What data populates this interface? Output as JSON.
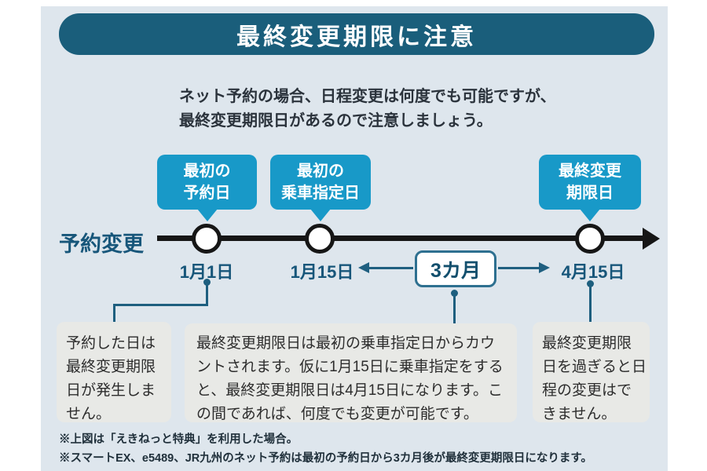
{
  "title": "最終変更期限に注意",
  "intro": {
    "line1": "ネット予約の場合、日程変更は何度でも可能ですが、",
    "line2": "最終変更期限日があるので注意しましょう。"
  },
  "timeline": {
    "axis_label": "予約変更",
    "bubbles": [
      {
        "line1": "最初の",
        "line2": "予約日"
      },
      {
        "line1": "最初の",
        "line2": "乗車指定日"
      },
      {
        "line1": "最終変更",
        "line2": "期限日"
      }
    ],
    "dates": [
      "1月1日",
      "1月15日",
      "4月15日"
    ],
    "duration_label": "3カ月"
  },
  "notes": [
    {
      "lines": [
        "予約した日は",
        "最終変更期限",
        "日が発生しま",
        "せん。"
      ]
    },
    {
      "lines": [
        "最終変更期限日は最初の乗車指定日からカウ",
        "ントされます。仮に1月15日に乗車指定をする",
        "と、最終変更期限日は4月15日になります。こ",
        "の間であれば、何度でも変更が可能です。"
      ]
    },
    {
      "lines": [
        "最終変更期限",
        "日を過ぎると日",
        "程の変更はで",
        "きません。"
      ]
    }
  ],
  "footnotes": [
    "※上図は「えきねっと特典」を利用した場合。",
    "※スマートEX、e5489、JR九州のネット予約は最初の予約日から3カ月後が最終変更期限日になります。"
  ],
  "colors": {
    "panel_bg": "#dee6ed",
    "banner_teal": "#1a5e7b",
    "bubble_blue": "#1899c8",
    "label_navy": "#17567a",
    "connector_teal": "#1e5f7f",
    "duration_border": "#2e7090",
    "note_gray": "#e8e9e6",
    "timeline_black": "#161616"
  }
}
